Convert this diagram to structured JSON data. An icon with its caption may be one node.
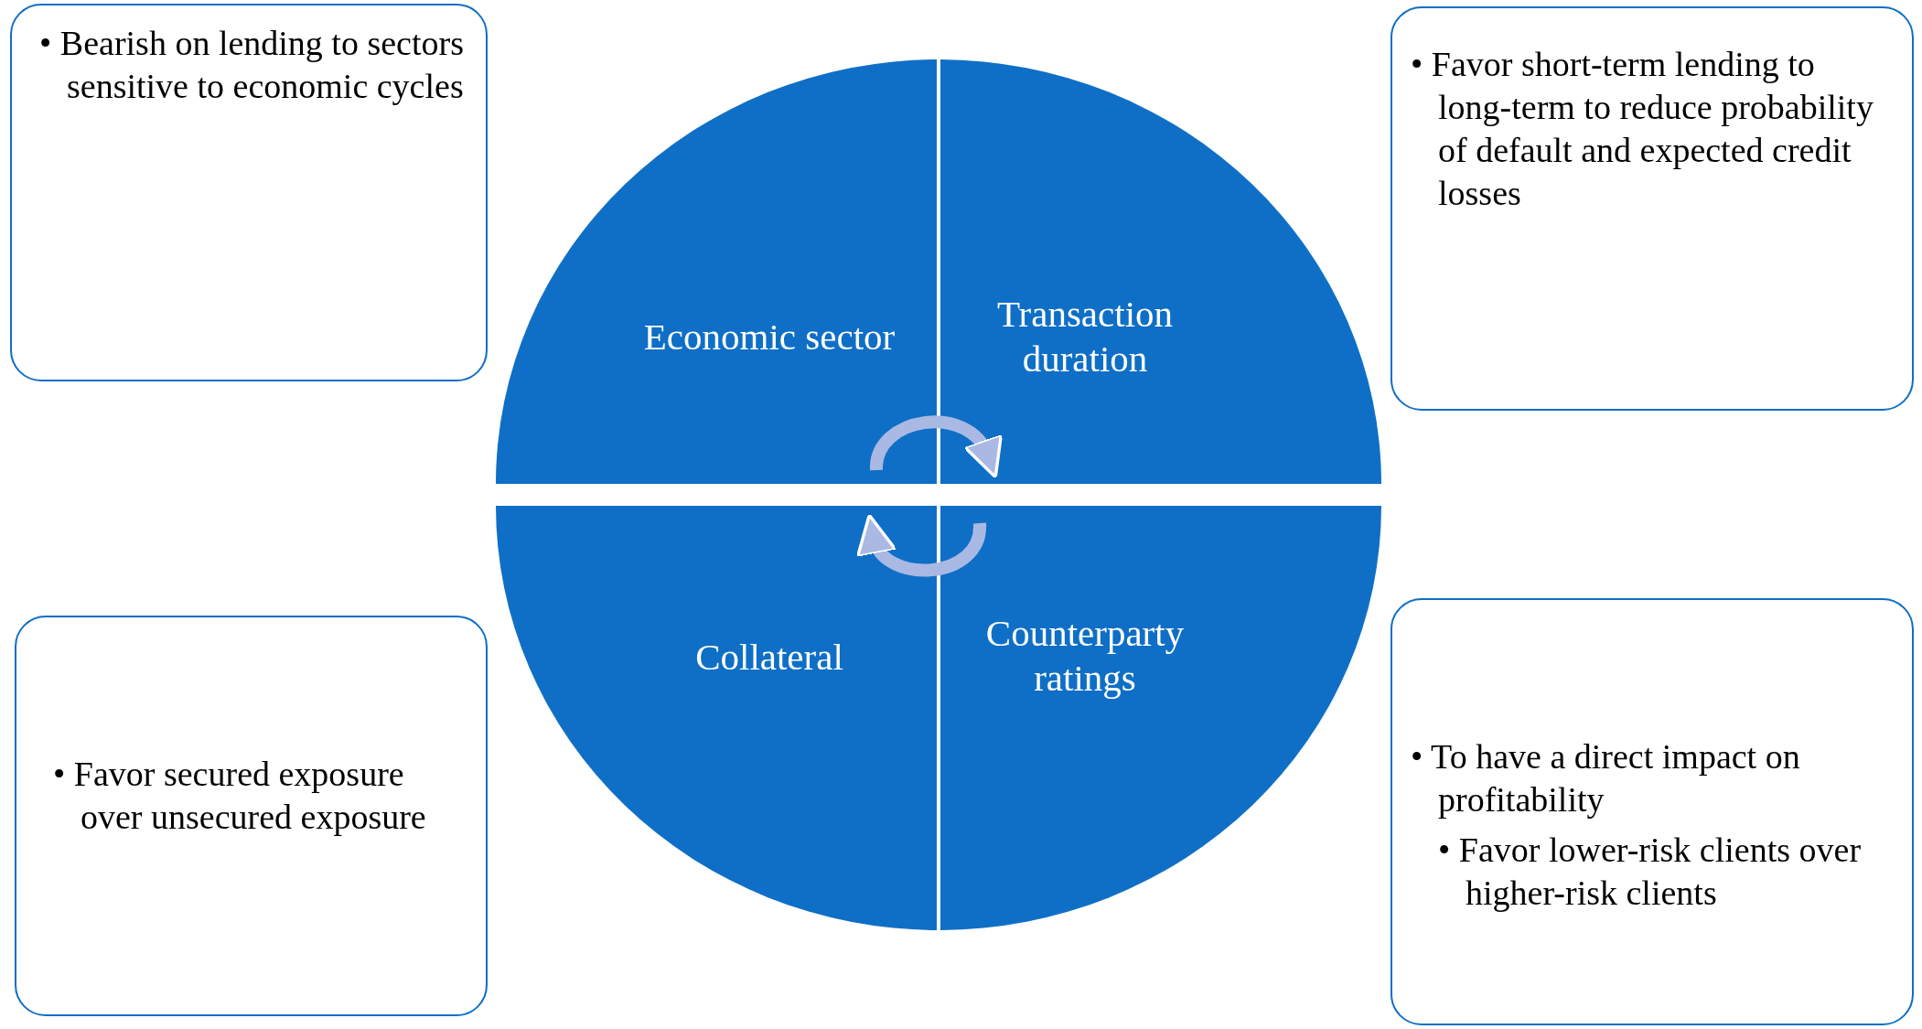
{
  "diagram": {
    "nodes": [
      {
        "text": [
          "• Bearish on lending to sectors sensitive to economic cycles"
        ]
      },
      {
        "text": [
          "• Favor short-term lending to long-term to reduce probability of default and expected credit losses"
        ]
      },
      {
        "text": [
          "Economic sector"
        ]
      },
      {
        "text": [
          "Transaction duration"
        ]
      },
      {
        "text": [
          "Collateral"
        ]
      },
      {
        "text": [
          "Counterparty ratings"
        ]
      },
      {
        "text": [
          "• Favor secured exposure over unsecured exposure"
        ]
      },
      {
        "text": [
          "• To have a direct impact on profitability",
          "• Favor lower-risk clients over higher-risk clients"
        ]
      }
    ],
    "edges": [
      {
        "from": 2,
        "to": 3,
        "arrow": "to"
      },
      {
        "from": 5,
        "to": 4,
        "arrow": "to"
      }
    ]
  }
}
